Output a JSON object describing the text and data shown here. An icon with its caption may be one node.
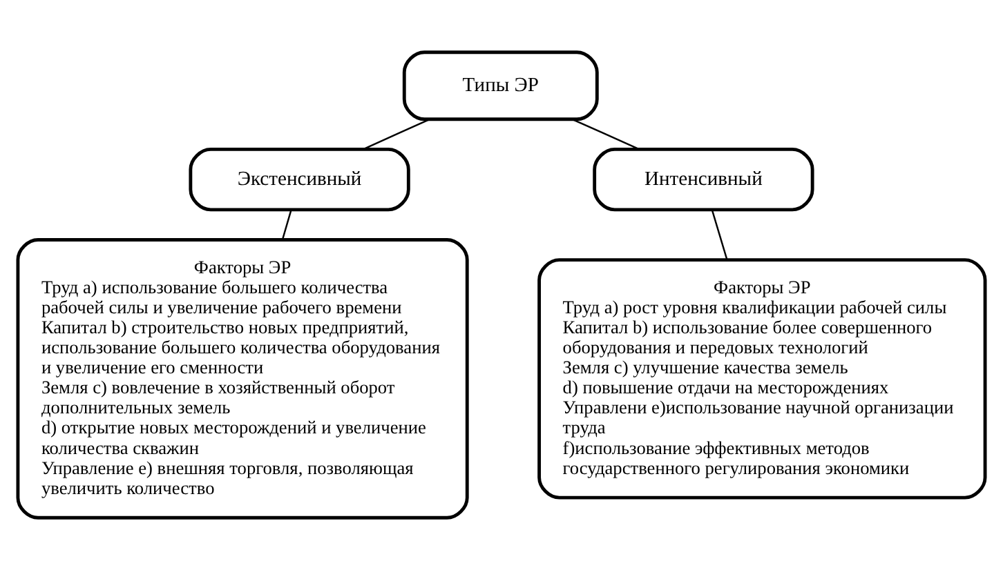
{
  "diagram": {
    "nodes": [
      {
        "text": [
          "Типы ЭР"
        ]
      },
      {
        "text": [
          "Экстенсивный"
        ]
      },
      {
        "text": [
          "Интенсивный"
        ]
      },
      {
        "text": [
          "Факторы ЭР",
          "Труд а) использование большего количества рабочей силы и увеличение рабочего времени",
          "Капитал b) строительство новых предприятий, использование большего количества оборудования и увеличение его сменности",
          "Земля с) вовлечение в хозяйственный оборот дополнительных земель",
          "d) открытие новых месторождений и увеличение количества скважин",
          "Управление е) внешняя торговля, позволяющая увеличить количество"
        ]
      },
      {
        "text": [
          "Факторы ЭР",
          "Труд а) рост уровня квалификации рабочей силы",
          "Капитал b) использование более совершенного оборудования и передовых технологий",
          "Земля с) улучшение качества земель",
          "d) повышение отдачи на месторождениях",
          "Управлени е)использование научной организации труда",
          "f)использование эффективных методов государственного регулирования экономики"
        ]
      }
    ],
    "edges": [
      {
        "from": 0,
        "to": 1,
        "arrow": "none"
      },
      {
        "from": 0,
        "to": 2,
        "arrow": "none"
      },
      {
        "from": 1,
        "to": 3,
        "arrow": "none"
      },
      {
        "from": 2,
        "to": 4,
        "arrow": "none"
      }
    ]
  }
}
